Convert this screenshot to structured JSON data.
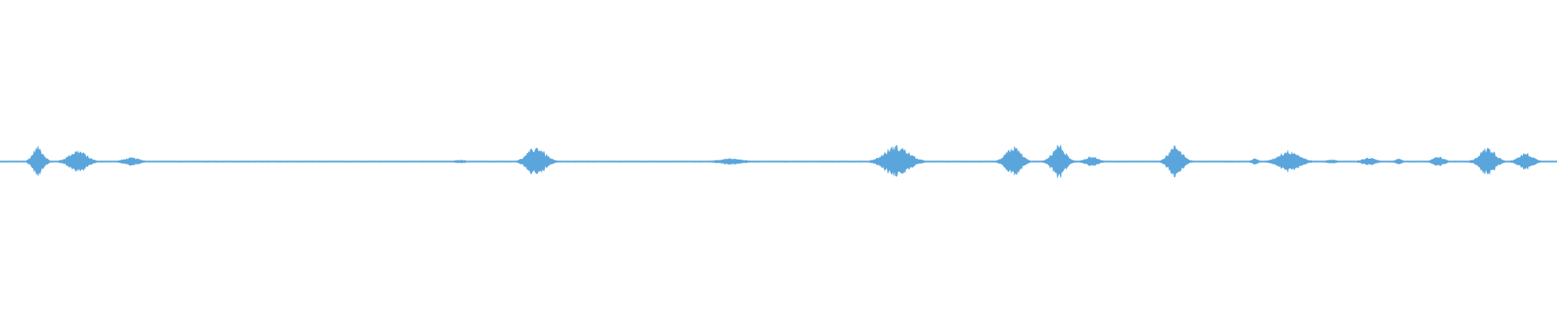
{
  "waveform": {
    "color": "#5aa6dc",
    "background": "#ffffff",
    "duration_fraction_note": "",
    "baseline_level": 0.004,
    "bursts": [
      {
        "t": 0.0245,
        "amp": 0.32,
        "w": 0.0058
      },
      {
        "t": 0.05,
        "amp": 0.24,
        "w": 0.0095
      },
      {
        "t": 0.0845,
        "amp": 0.08,
        "w": 0.0085
      },
      {
        "t": 0.296,
        "amp": 0.03,
        "w": 0.006
      },
      {
        "t": 0.3445,
        "amp": 0.32,
        "w": 0.0095
      },
      {
        "t": 0.469,
        "amp": 0.06,
        "w": 0.013
      },
      {
        "t": 0.576,
        "amp": 0.34,
        "w": 0.013
      },
      {
        "t": 0.651,
        "amp": 0.32,
        "w": 0.008
      },
      {
        "t": 0.68,
        "amp": 0.36,
        "w": 0.007
      },
      {
        "t": 0.701,
        "amp": 0.1,
        "w": 0.007
      },
      {
        "t": 0.755,
        "amp": 0.34,
        "w": 0.0075
      },
      {
        "t": 0.806,
        "amp": 0.06,
        "w": 0.0035
      },
      {
        "t": 0.828,
        "amp": 0.24,
        "w": 0.011
      },
      {
        "t": 0.855,
        "amp": 0.04,
        "w": 0.005
      },
      {
        "t": 0.879,
        "amp": 0.08,
        "w": 0.007
      },
      {
        "t": 0.898,
        "amp": 0.05,
        "w": 0.004
      },
      {
        "t": 0.924,
        "amp": 0.1,
        "w": 0.006
      },
      {
        "t": 0.9555,
        "amp": 0.3,
        "w": 0.0085
      },
      {
        "t": 0.98,
        "amp": 0.18,
        "w": 0.0075
      }
    ]
  }
}
